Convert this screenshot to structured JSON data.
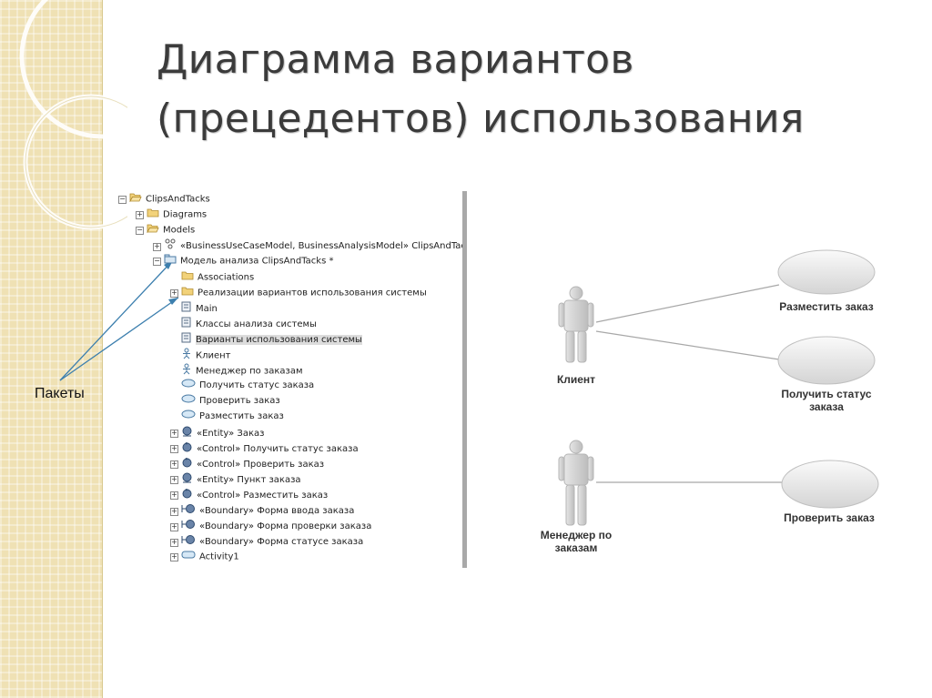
{
  "slide": {
    "title_line1": "Диаграмма вариантов",
    "title_line2": "(прецедентов) использования",
    "callout_label": "Пакеты"
  },
  "tree": {
    "items": [
      {
        "label": "ClipsAndTacks",
        "indent": 0,
        "icon": "folder-open-icon",
        "expander": "minus"
      },
      {
        "label": "Diagrams",
        "indent": 1,
        "icon": "folder-icon",
        "expander": "plus"
      },
      {
        "label": "Models",
        "indent": 1,
        "icon": "folder-open-icon",
        "expander": "minus"
      },
      {
        "label": "«BusinessUseCaseModel, BusinessAnalysisModel» ClipsAndTacks",
        "indent": 2,
        "icon": "model-icon",
        "expander": "plus"
      },
      {
        "label": "Модель анализа ClipsAndTacks *",
        "indent": 2,
        "icon": "package-icon",
        "expander": "minus"
      },
      {
        "label": "Associations",
        "indent": 3,
        "icon": "folder-icon",
        "expander": "none"
      },
      {
        "label": "Реализации вариантов использования системы",
        "indent": 3,
        "icon": "folder-icon",
        "expander": "plus"
      },
      {
        "label": "Main",
        "indent": 3,
        "icon": "diagram-icon",
        "expander": "none"
      },
      {
        "label": "Классы анализа системы",
        "indent": 3,
        "icon": "diagram-icon",
        "expander": "none"
      },
      {
        "label": "Варианты использования системы",
        "indent": 3,
        "icon": "diagram-icon",
        "expander": "none",
        "selected": true
      },
      {
        "label": "Клиент",
        "indent": 3,
        "icon": "actor-icon",
        "expander": "none"
      },
      {
        "label": "Менеджер по заказам",
        "indent": 3,
        "icon": "actor-icon",
        "expander": "none"
      },
      {
        "label": "Получить статус заказа",
        "indent": 3,
        "icon": "usecase-icon",
        "expander": "none"
      },
      {
        "label": "Проверить заказ",
        "indent": 3,
        "icon": "usecase-icon",
        "expander": "none"
      },
      {
        "label": "Разместить заказ",
        "indent": 3,
        "icon": "usecase-icon",
        "expander": "none"
      },
      {
        "label": "«Entity» Заказ",
        "indent": 3,
        "icon": "entity-icon",
        "expander": "plus"
      },
      {
        "label": "«Control» Получить статус заказа",
        "indent": 3,
        "icon": "control-icon",
        "expander": "plus"
      },
      {
        "label": "«Control» Проверить заказ",
        "indent": 3,
        "icon": "control-icon",
        "expander": "plus"
      },
      {
        "label": "«Entity» Пункт заказа",
        "indent": 3,
        "icon": "entity-icon",
        "expander": "plus"
      },
      {
        "label": "«Control» Разместить заказ",
        "indent": 3,
        "icon": "control-icon",
        "expander": "plus"
      },
      {
        "label": "«Boundary» Форма ввода заказа",
        "indent": 3,
        "icon": "boundary-icon",
        "expander": "plus"
      },
      {
        "label": "«Boundary» Форма проверки заказа",
        "indent": 3,
        "icon": "boundary-icon",
        "expander": "plus"
      },
      {
        "label": "«Boundary» Форма статусе заказа",
        "indent": 3,
        "icon": "boundary-icon",
        "expander": "plus"
      },
      {
        "label": "Activity1",
        "indent": 3,
        "icon": "activity-icon",
        "expander": "plus"
      }
    ]
  },
  "diagram": {
    "actors": [
      {
        "name": "Клиент"
      },
      {
        "name": "Менеджер по заказам"
      }
    ],
    "use_cases": [
      {
        "name": "Разместить заказ"
      },
      {
        "name": "Получить статус заказа"
      },
      {
        "name": "Проверить заказ"
      }
    ]
  },
  "colors": {
    "side_band": "#efe1b4",
    "title_text": "#3b3b3b",
    "arrow": "#3c7fae",
    "selection": "#dcdcdc"
  }
}
